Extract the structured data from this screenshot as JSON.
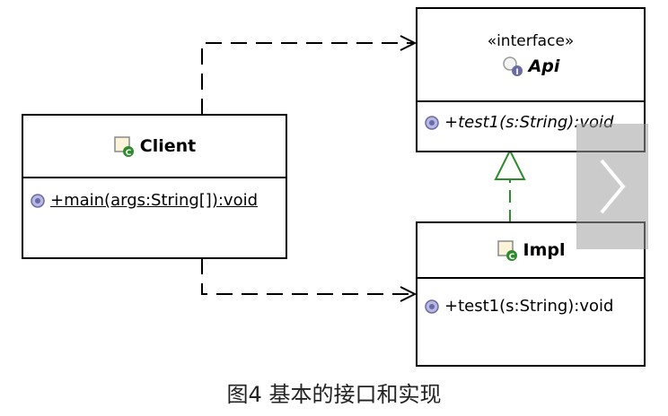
{
  "diagram": {
    "interface_box": {
      "stereotype": "«interface»",
      "name": "Api",
      "icon": "interface-icon",
      "operations": [
        {
          "text": "+test1(s:String):void",
          "icon": "operation-icon",
          "style": "italic"
        }
      ]
    },
    "client_box": {
      "name": "Client",
      "icon": "class-icon",
      "operations": [
        {
          "text": "+main(args:String[]):void",
          "icon": "operation-icon",
          "style": "underline"
        }
      ]
    },
    "impl_box": {
      "name": "Impl",
      "icon": "class-icon",
      "operations": [
        {
          "text": "+test1(s:String):void",
          "icon": "operation-icon",
          "style": "normal"
        }
      ]
    },
    "relations": [
      {
        "from": "Client",
        "to": "Api",
        "kind": "dependency"
      },
      {
        "from": "Client",
        "to": "Impl",
        "kind": "dependency"
      },
      {
        "from": "Impl",
        "to": "Api",
        "kind": "realization"
      }
    ],
    "colors": {
      "realization_arrow": "#2e8b2e",
      "operation_icon": "#6a6aa8",
      "class_icon_accent": "#2e8b2e"
    }
  },
  "overlay": {
    "next_icon": "chevron-right-icon"
  },
  "caption": {
    "text": "图4  基本的接口和实现"
  }
}
